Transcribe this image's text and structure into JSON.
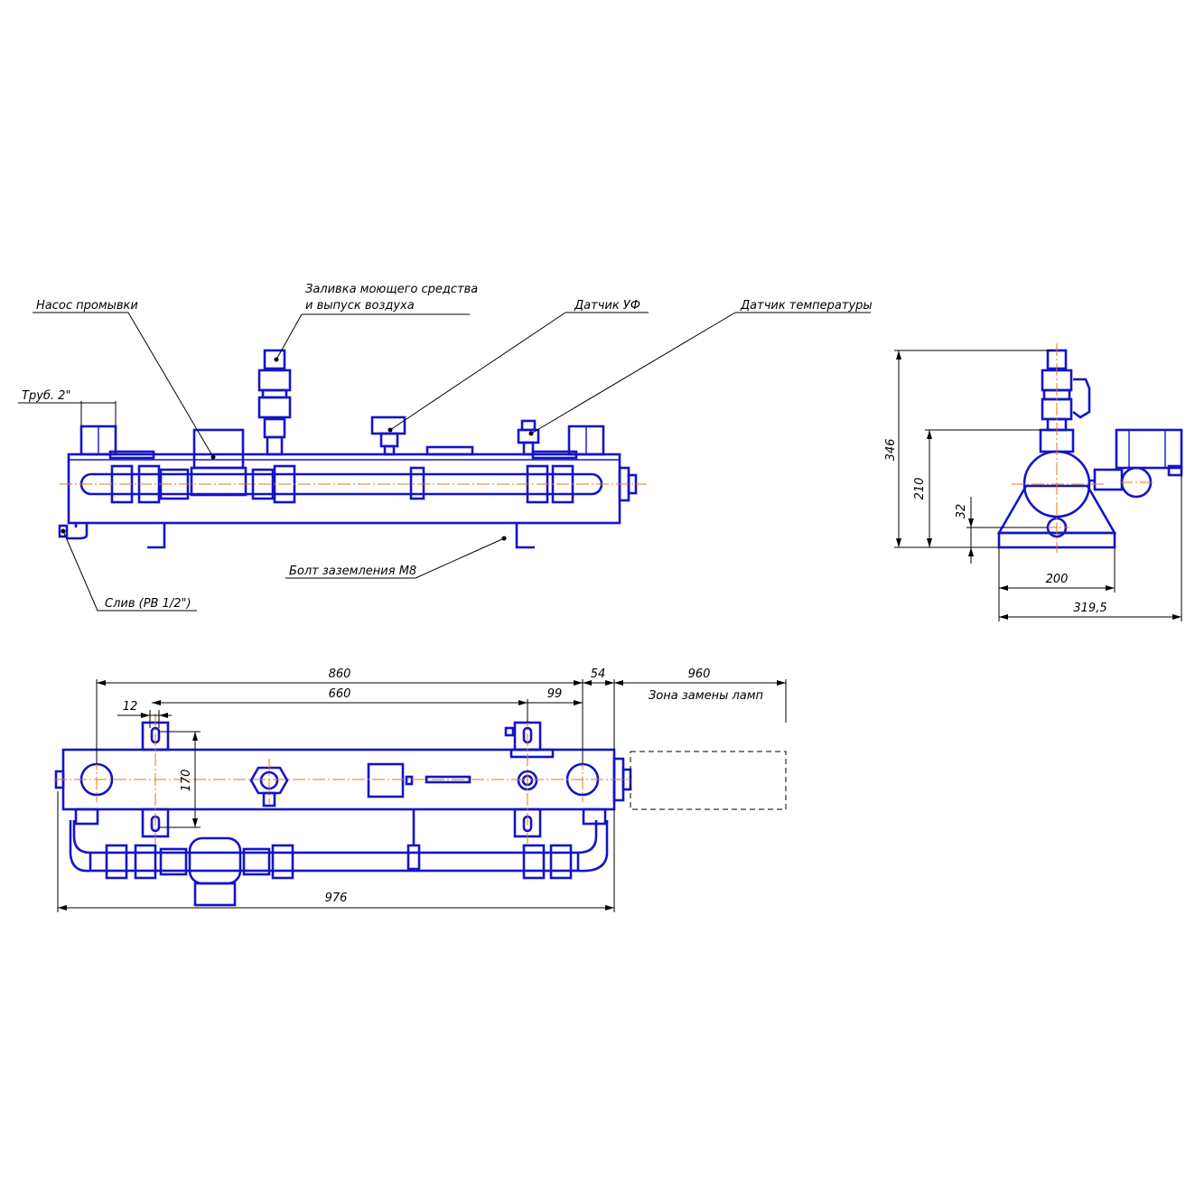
{
  "labels": {
    "pump": "Насос промывки",
    "fill_line1": "Заливка моющего средства",
    "fill_line2": "и выпуск воздуха",
    "uv_sensor": "Датчик УФ",
    "temp_sensor": "Датчик температуры",
    "pipe": "Труб. 2\"",
    "ground_bolt": "Болт заземления М8",
    "drain": "Слив (РВ 1/2\")",
    "lamp_zone": "Зона замены ламп"
  },
  "dimensions": {
    "side_height_total": "346",
    "side_height_axis": "210",
    "side_height_outlet": "32",
    "side_base_width": "200",
    "side_total_width": "319,5",
    "plan_inlet_spacing": "860",
    "plan_bracket_spacing": "660",
    "plan_bracket_offset": "12",
    "plan_sensor_offset": "99",
    "plan_end_gap": "54",
    "plan_lamp_zone": "960",
    "plan_bracket_height": "170",
    "plan_total_length": "976"
  },
  "colors": {
    "outline": "#1414c8",
    "centerline": "#e07a1a",
    "dimension": "#000000"
  }
}
